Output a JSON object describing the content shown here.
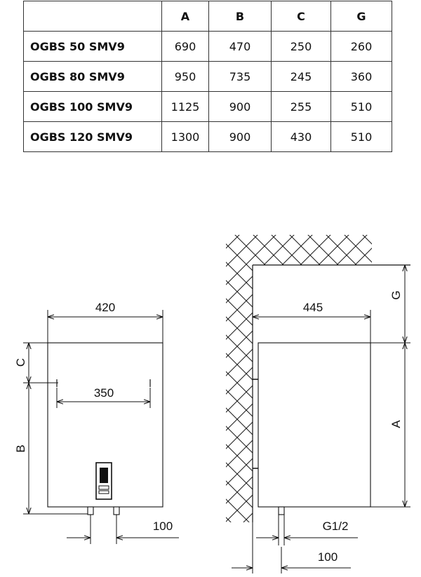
{
  "table": {
    "columns": [
      "A",
      "B",
      "C",
      "G"
    ],
    "rows": [
      {
        "model": "OGBS 50 SMV9",
        "values": [
          "690",
          "470",
          "250",
          "260"
        ]
      },
      {
        "model": "OGBS 80 SMV9",
        "values": [
          "950",
          "735",
          "245",
          "360"
        ]
      },
      {
        "model": "OGBS 100 SMV9",
        "values": [
          "1125",
          "900",
          "255",
          "510"
        ]
      },
      {
        "model": "OGBS 120 SMV9",
        "values": [
          "1300",
          "900",
          "430",
          "510"
        ]
      }
    ]
  },
  "front_view": {
    "width_label": "420",
    "pipe_spacing_label": "350",
    "bottom_label": "100",
    "dim_c_label": "C",
    "dim_b_label": "B"
  },
  "side_view": {
    "depth_label": "445",
    "dim_g_label": "G",
    "dim_a_label": "A",
    "thread_label": "G1/2",
    "bottom_label": "100"
  }
}
